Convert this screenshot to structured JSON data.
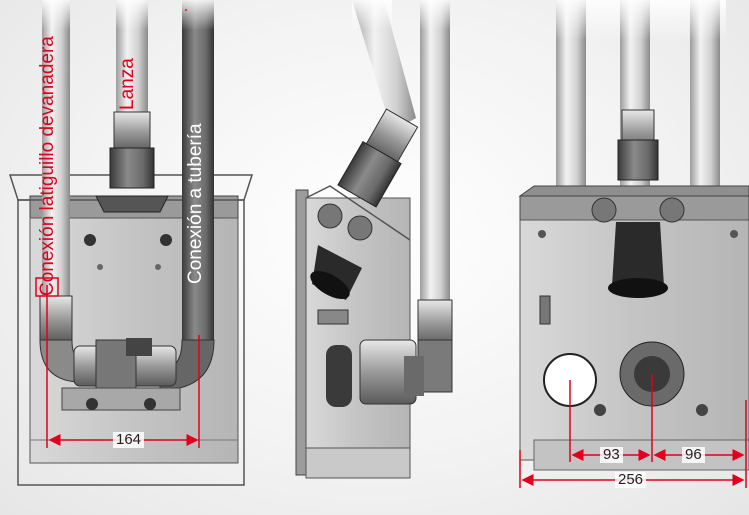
{
  "labels": {
    "latiguillo": "Conexión latiguillo devanadera",
    "lanza": "Lanza",
    "tuberia": "Conexión a tubería"
  },
  "dimensions": {
    "d164": "164",
    "d93": "93",
    "d96": "96",
    "d256": "256"
  },
  "colors": {
    "accent": "#e0001b",
    "pipe_dark": "#6d6d6d",
    "pipe_light": "#d4d4d4",
    "metal": "#a9a9a9",
    "text_dark": "#222222"
  }
}
